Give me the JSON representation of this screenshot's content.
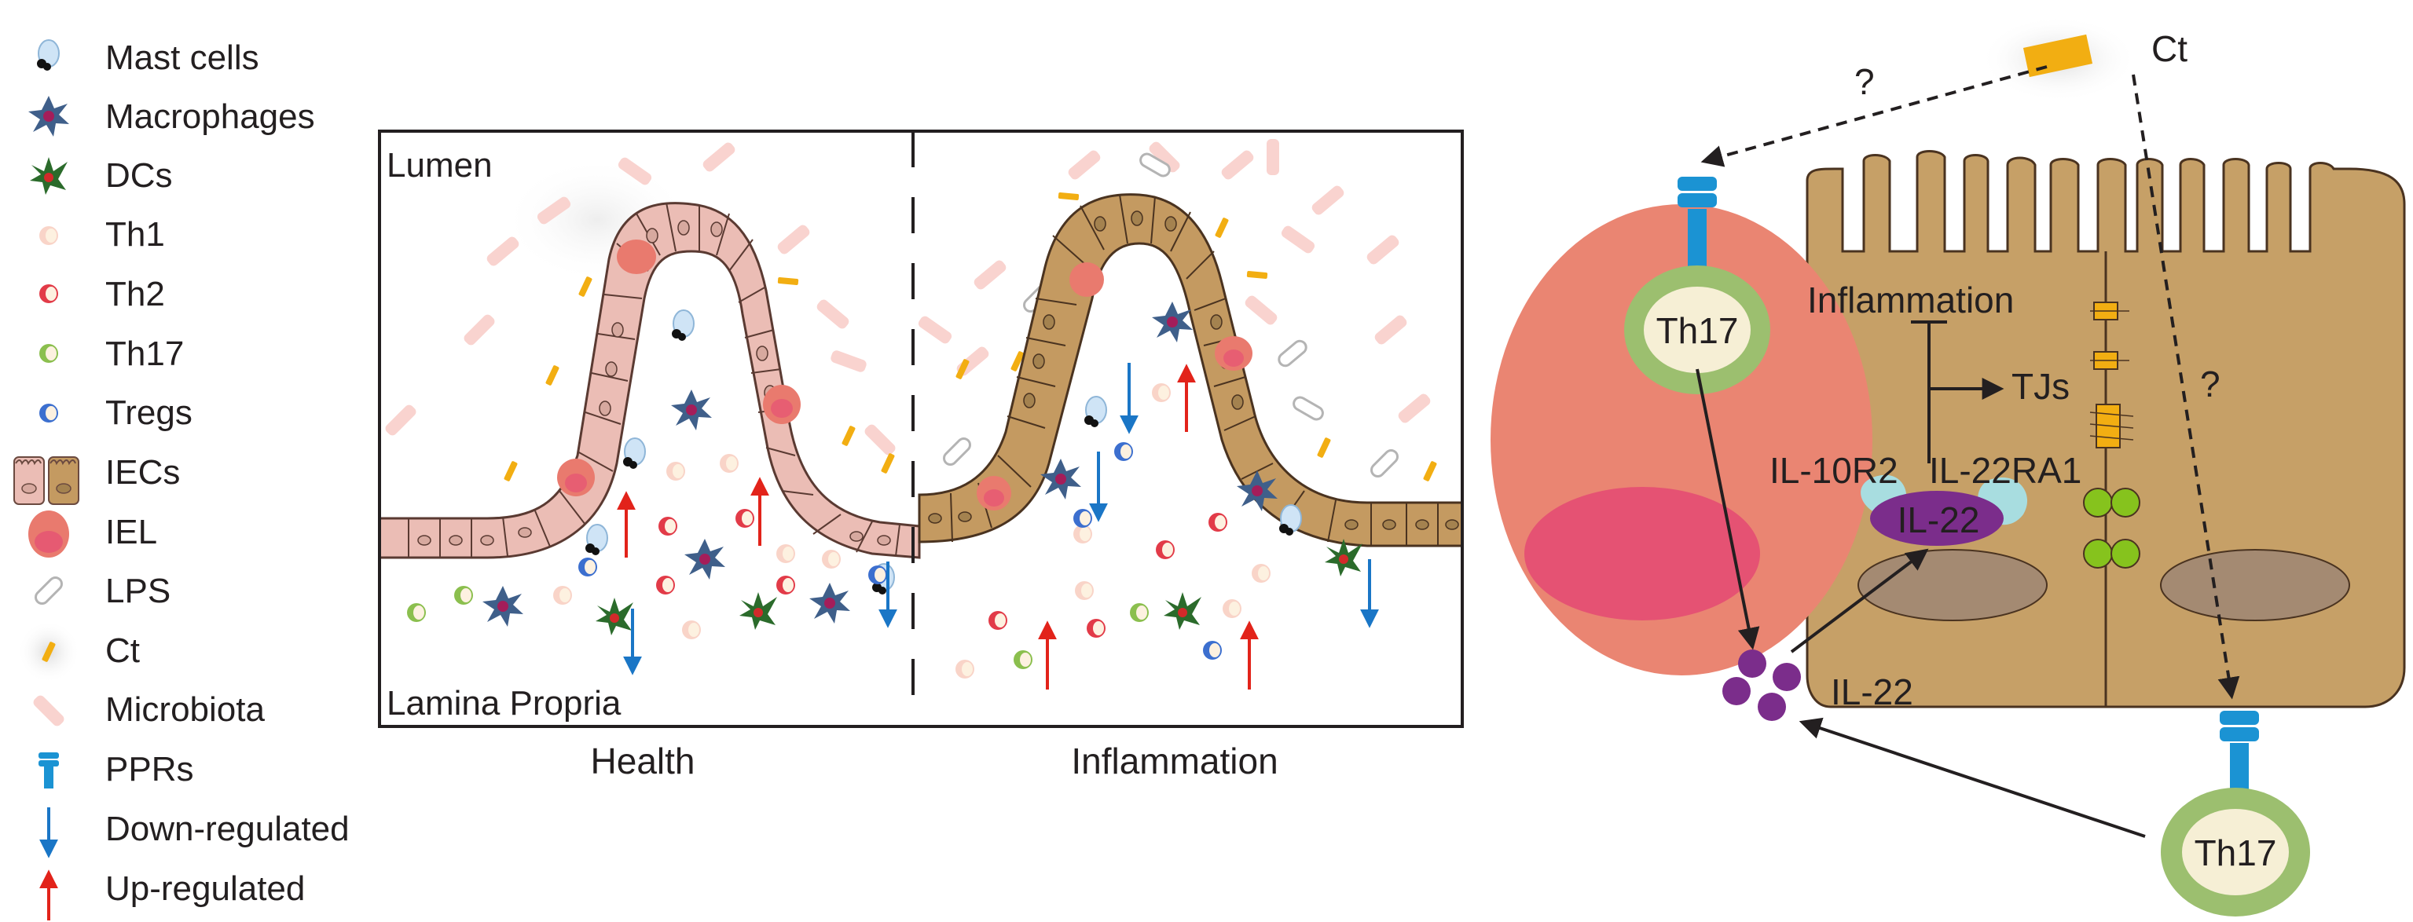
{
  "legend": {
    "items": [
      {
        "key": "mast-cells",
        "label": "Mast cells"
      },
      {
        "key": "macrophages",
        "label": "Macrophages"
      },
      {
        "key": "dcs",
        "label": "DCs"
      },
      {
        "key": "th1",
        "label": "Th1"
      },
      {
        "key": "th2",
        "label": "Th2"
      },
      {
        "key": "th17",
        "label": "Th17"
      },
      {
        "key": "tregs",
        "label": "Tregs"
      },
      {
        "key": "iecs",
        "label": "IECs"
      },
      {
        "key": "iel",
        "label": "IEL"
      },
      {
        "key": "lps",
        "label": "LPS"
      },
      {
        "key": "ct",
        "label": "Ct"
      },
      {
        "key": "microbiota",
        "label": "Microbiota"
      },
      {
        "key": "pprs",
        "label": "PPRs"
      },
      {
        "key": "down-regulated",
        "label": "Down-regulated"
      },
      {
        "key": "up-regulated",
        "label": "Up-regulated"
      }
    ]
  },
  "panel": {
    "lumen_label": "Lumen",
    "lamina_label": "Lamina Propria",
    "health_caption": "Health",
    "inflammation_caption": "Inflammation"
  },
  "mechanism": {
    "ct_label": "Ct",
    "question_left": "?",
    "question_right": "?",
    "th17_top": "Th17",
    "th17_bottom": "Th17",
    "inflammation_label": "Inflammation",
    "tjs_label": "TJs",
    "il10r2_label": "IL-10R2",
    "il22ra1_label": "IL-22RA1",
    "il22_receptor_label": "IL-22",
    "il22_cluster_label": "IL-22"
  },
  "colors": {
    "health_epithelium": "#ebbdb5",
    "inflamed_epithelium": "#c49a61",
    "macrophage": "#3f5f8a",
    "dc": "#2b6b2b",
    "iel": "#e97a6e",
    "ct": "#f2ae12",
    "microbiota": "#f9d3cf",
    "ppr": "#1b93d3",
    "down_arrow": "#1a76c6",
    "up_arrow": "#e2231a",
    "cell_body": "#c6a067",
    "th17_outer": "#9cbf6f",
    "th17_inner": "#f6efd5",
    "il22": "#7b2d8b",
    "receptor": "#a8dde0",
    "nucleus": "#a48a72",
    "big_cell": "#ea8572",
    "big_nucleus": "#e55273",
    "tj_green": "#86c31d"
  }
}
